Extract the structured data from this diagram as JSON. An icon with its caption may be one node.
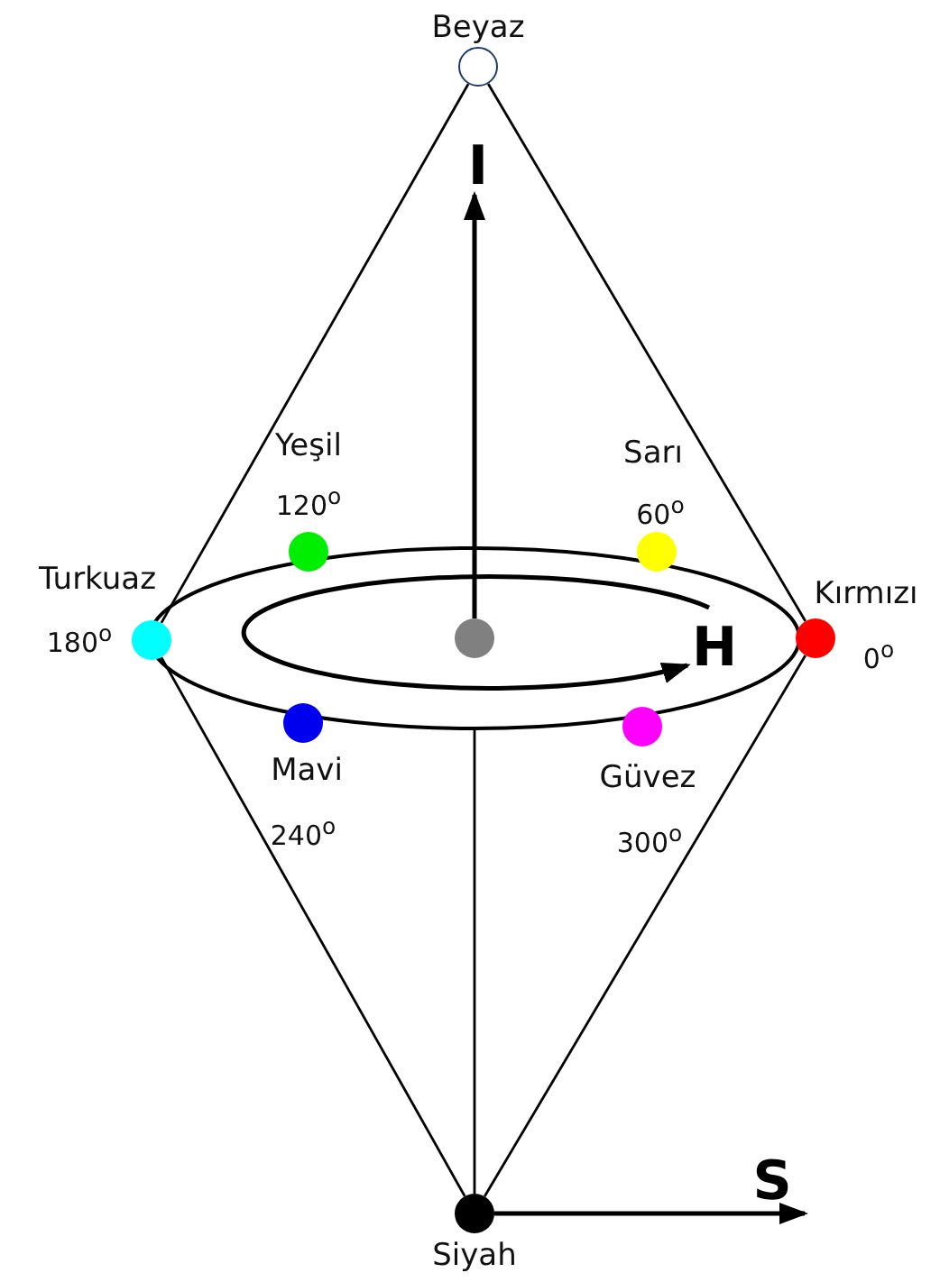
{
  "diagram": {
    "nodes": [
      {
        "text": [],
        "shape": "circle",
        "beside": [
          "Beyaz"
        ]
      },
      {
        "text": [],
        "shape": "circle",
        "beside": [
          "Yeşil",
          "120$^{o}$"
        ]
      },
      {
        "text": [],
        "shape": "circle",
        "beside": [
          "Sarı",
          "60$^{o}$"
        ]
      },
      {
        "text": [],
        "shape": "circle",
        "beside": [
          "Turkuaz",
          "180$^{o}$"
        ]
      },
      {
        "text": [],
        "shape": "circle"
      },
      {
        "text": [],
        "shape": "circle",
        "beside": [
          "Kırmızı",
          "0$^{o}$"
        ]
      },
      {
        "text": [],
        "shape": "circle",
        "beside": [
          "Mavi",
          "240$^{o}$"
        ]
      },
      {
        "text": [],
        "shape": "circle",
        "beside": [
          "Güvez",
          "300$^{o}$"
        ]
      },
      {
        "text": [],
        "shape": "circle",
        "beside": [
          "Siyah"
        ]
      }
    ],
    "edges": [
      {
        "from": 0,
        "to": 3,
        "arrow": "none"
      },
      {
        "from": 0,
        "to": 5,
        "arrow": "none"
      },
      {
        "from": 8,
        "to": 3,
        "arrow": "none"
      },
      {
        "from": 8,
        "to": 5,
        "arrow": "none"
      }
    ],
    "labels": [
      "I",
      "H",
      "S"
    ]
  }
}
